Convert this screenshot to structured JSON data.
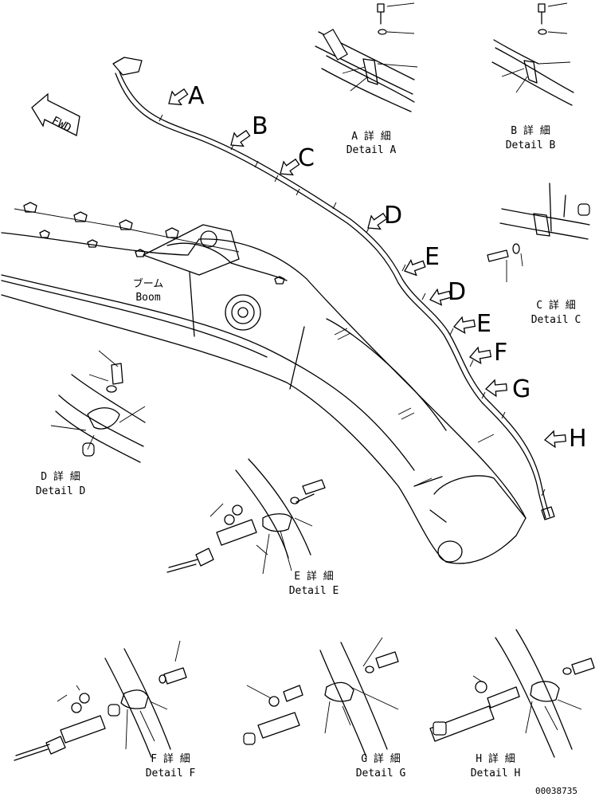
{
  "direction_label": "FWD",
  "part_label": {
    "jp": "ブーム",
    "en": "Boom"
  },
  "callout_letters": {
    "a": "A",
    "b": "B",
    "c": "C",
    "d1": "D",
    "e1": "E",
    "d2": "D",
    "e2": "E",
    "f": "F",
    "g": "G",
    "h": "H"
  },
  "details": {
    "a": {
      "jp": "A 詳 細",
      "en": "Detail A"
    },
    "b": {
      "jp": "B 詳 細",
      "en": "Detail B"
    },
    "c": {
      "jp": "C 詳 細",
      "en": "Detail C"
    },
    "d": {
      "jp": "D 詳 細",
      "en": "Detail D"
    },
    "e": {
      "jp": "E 詳 細",
      "en": "Detail E"
    },
    "f": {
      "jp": "F 詳 細",
      "en": "Detail F"
    },
    "g": {
      "jp": "G 詳 細",
      "en": "Detail G"
    },
    "h": {
      "jp": "H 詳 細",
      "en": "Detail H"
    }
  },
  "drawing_number": "00038735"
}
